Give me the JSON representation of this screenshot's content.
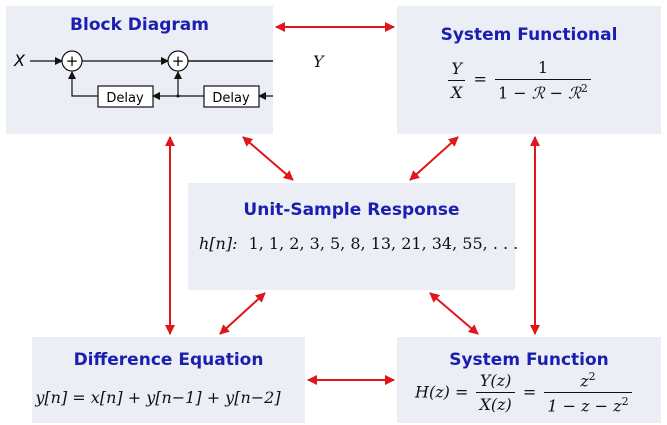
{
  "block_diagram": {
    "title": "Block Diagram",
    "input": "X",
    "output": "Y",
    "adder_symbol": "+",
    "delay1": "Delay",
    "delay2": "Delay"
  },
  "system_functional": {
    "title": "System Functional",
    "lhs_num": "Y",
    "lhs_den": "X",
    "eq": "=",
    "rhs_num": "1",
    "rhs_den_a": "1 − ",
    "rhs_den_b": "ℛ",
    "rhs_den_c": " − ",
    "rhs_den_d": "ℛ",
    "rhs_den_exp": "2"
  },
  "unit_sample": {
    "title": "Unit-Sample Response",
    "label": "h[n]:",
    "sequence": "1, 1, 2, 3, 5, 8, 13, 21, 34, 55, . . ."
  },
  "difference_eq": {
    "title": "Difference Equation",
    "equation": "y[n] = x[n] + y[n−1] + y[n−2]"
  },
  "system_function": {
    "title": "System Function",
    "lhs": "H(z) =",
    "mid_num": "Y(z)",
    "mid_den": "X(z)",
    "eq": "=",
    "rhs_num": "z",
    "rhs_num_exp": "2",
    "rhs_den": "1 − z − z",
    "rhs_den_exp": "2"
  },
  "colors": {
    "panel": "#eceef6",
    "title": "#1a1fb0",
    "arrow": "#e0161c"
  }
}
